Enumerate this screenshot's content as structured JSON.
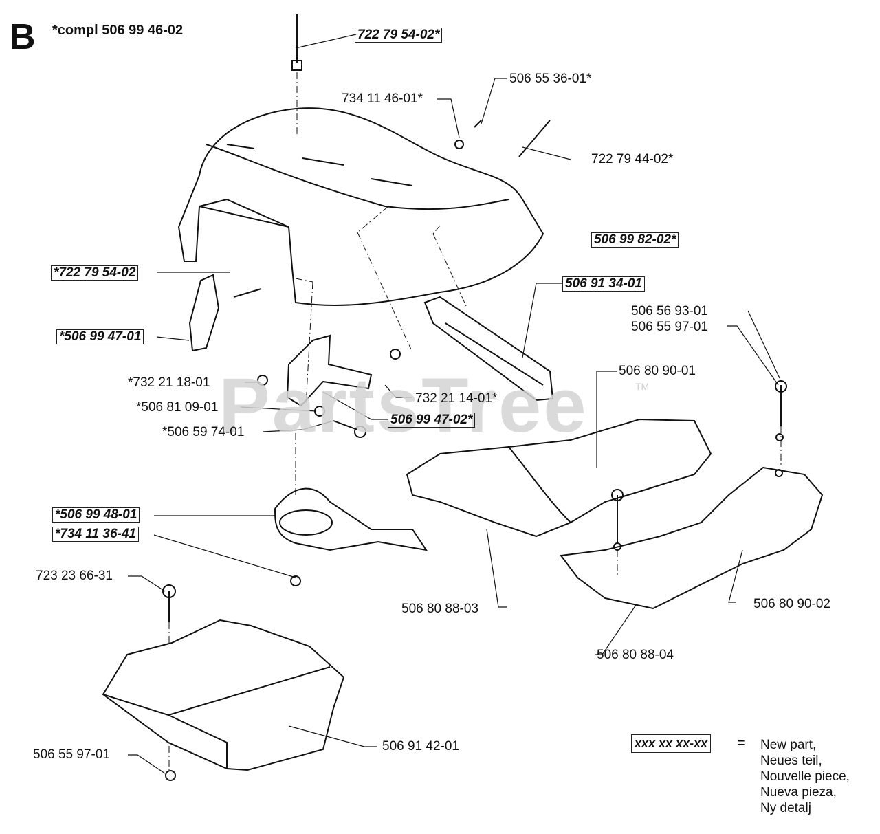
{
  "section": {
    "letter": "B",
    "assembly": "*compl 506 99 46-02"
  },
  "watermark": {
    "text": "PartsTree",
    "tm": "TM"
  },
  "labels": {
    "p722795402a": "722 79 54-02*",
    "p506553601": "506 55 36-01*",
    "p734114601": "734 11 46-01*",
    "p722794402": "722 79 44-02*",
    "p506998202": "506 99 82-02*",
    "p722795402b": "*722 79 54-02",
    "p506913401": "506 91 34-01",
    "p506569301": "506 56 93-01",
    "p506559701a": "506 55 97-01",
    "p506999401": "*506 99 47-01",
    "p506809001": "506 80 90-01",
    "p732211801": "*732 21 18-01",
    "p732211401": "732 21 14-01*",
    "p506810901": "*506 81 09-01",
    "p506999402": "506 99 47-02*",
    "p506597401": "*506 59 74-01",
    "p506994801": "*506 99 48-01",
    "p734113641": "*734 11 36-41",
    "p723236631": "723 23 66-31",
    "p506808803": "506 80 88-03",
    "p506809002": "506 80 90-02",
    "p506808804": "506 80 88-04",
    "p506914201": "506 91 42-01",
    "p506559701b": "506 55 97-01"
  },
  "legend": {
    "box": "xxx xx xx-xx",
    "eq": "=",
    "lines": [
      "New part,",
      "Neues teil,",
      "Nouvelle piece,",
      "Nueva pieza,",
      "Ny detalj"
    ]
  }
}
